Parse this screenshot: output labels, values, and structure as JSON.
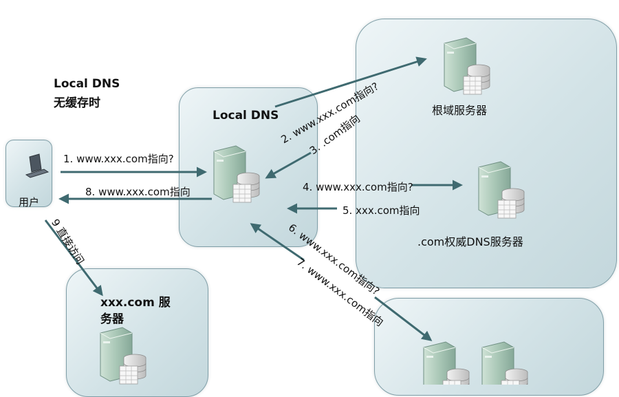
{
  "scenario_heading": {
    "line1": "Local DNS",
    "line2": "无缓存时"
  },
  "nodes": {
    "user": "用户",
    "local_dns": "Local DNS",
    "root_server": "根域服务器",
    "com_server": ".com权威DNS服务器",
    "xxx_server_line1": "xxx.com 服",
    "xxx_server_line2": "务器"
  },
  "steps": {
    "s1": "1.  www.xxx.com指向?",
    "s2": "2.  www.xxx.com指向?",
    "s3": "3.  .com指向",
    "s4": "4.  www.xxx.com指向?",
    "s5": "5.  xxx.com指向",
    "s6": "6.    www.xxx.com指向?",
    "s7": "7.  www.xxx.com指向",
    "s8": "8.  www.xxx.com指向",
    "s9": "9 直接访问"
  },
  "colors": {
    "arrow": "#3f6a70",
    "panel_border": "#7f9ea7"
  }
}
